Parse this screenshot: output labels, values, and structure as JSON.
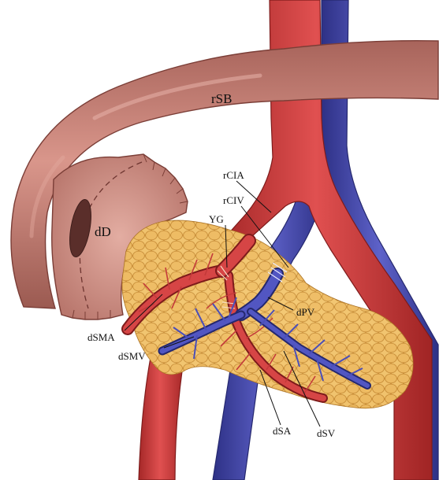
{
  "labels": {
    "rSB": "rSB",
    "dD": "dD",
    "rCIA": "rCIA",
    "rCIV": "rCIV",
    "YG": "YG",
    "dPV": "dPV",
    "dSMA": "dSMA",
    "dSMV": "dSMV",
    "dSA": "dSA",
    "dSV": "dSV"
  },
  "colors": {
    "artery": "#d03a3a",
    "artery_dark": "#9e2424",
    "vein": "#4b4fb8",
    "vein_dark": "#2e3086",
    "bowel": "#c7847a",
    "bowel_light": "#e2ada2",
    "bowel_dark": "#8f5048",
    "pancreas": "#e9b65a",
    "pancreas_light": "#f6d78d",
    "pancreas_dark": "#b97f2a"
  }
}
